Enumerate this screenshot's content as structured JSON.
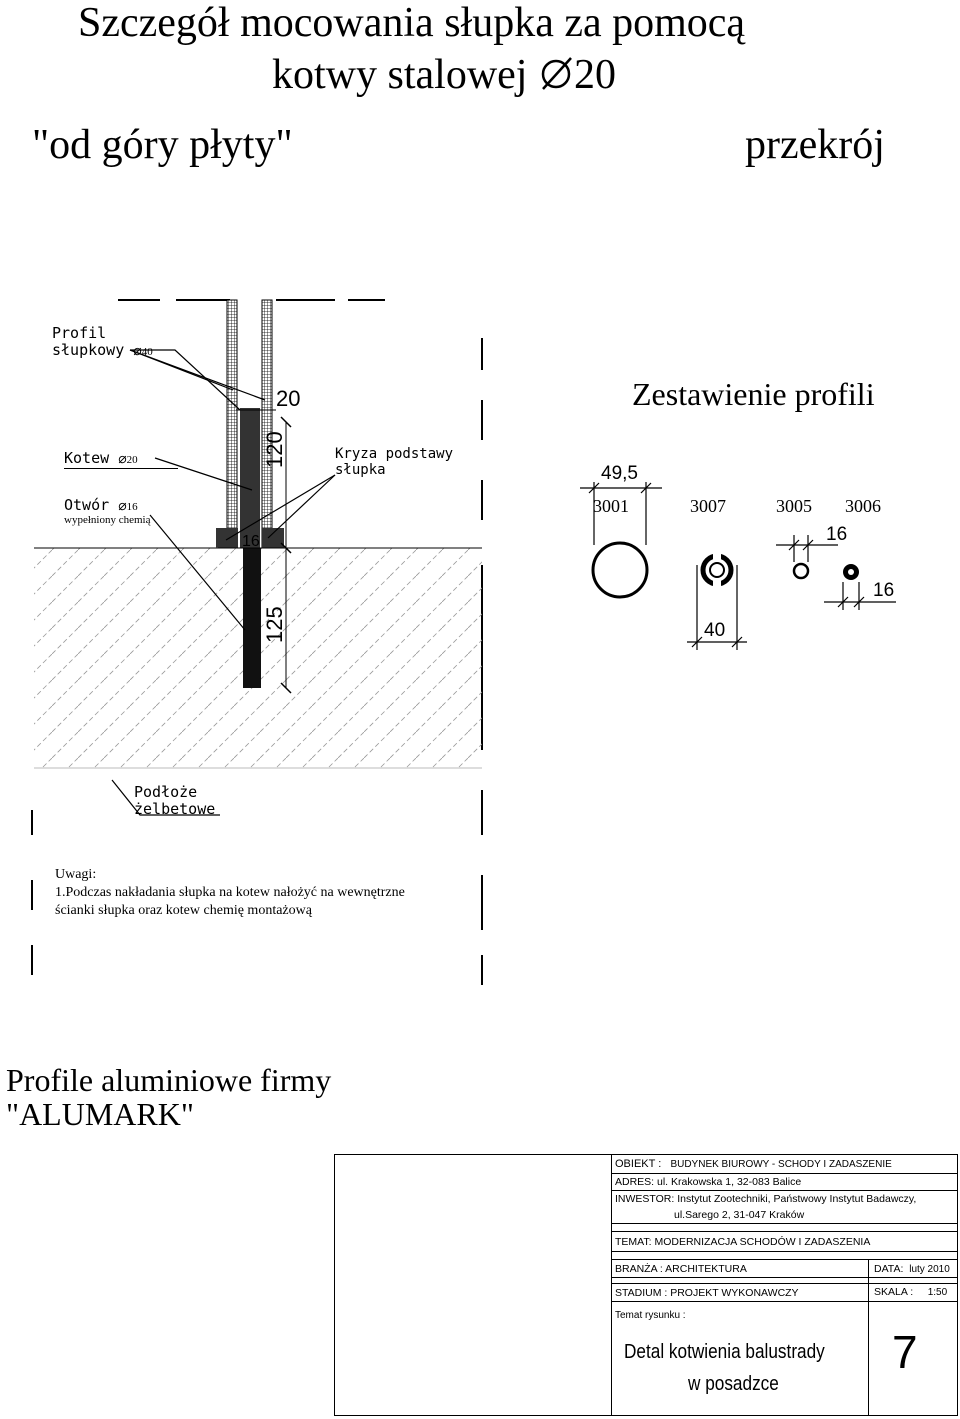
{
  "title": {
    "line1": "Szczegół mocowania słupka za pomocą",
    "line2": "kotwy stalowej ",
    "line2_diameter": "20",
    "line3_left": "\"od góry płyty\"",
    "line3_right": "przekrój"
  },
  "detail": {
    "profil_line1": "Profil",
    "profil_line2": "słupkowy",
    "profil_dia": "40",
    "kotew": "Kotew",
    "kotew_dia": "20",
    "otwor": "Otwór",
    "otwor_dia": "16",
    "otwor_note": "wypełniony chemią",
    "kryza_line1": "Kryza podstawy",
    "kryza_line2": "słupka",
    "dim_20": "20",
    "dim_120": "120",
    "dim_125": "125",
    "dim_16": "16",
    "podloze_line1": "Podłoże",
    "podloze_line2": "żelbetowe"
  },
  "notes": {
    "heading": "Uwagi:",
    "line1": "1.Podczas nakładania słupka na kotew nałożyć na wewnętrzne",
    "line2": "ścianki słupka oraz kotew  chemię montażową"
  },
  "profiles": {
    "heading": "Zestawienie profili",
    "codes": [
      "3001",
      "3007",
      "3005",
      "3006"
    ],
    "dim_495": "49,5",
    "dim_40": "40",
    "dim_16a": "16",
    "dim_16b": "16"
  },
  "footer": {
    "line1": "Profile aluminiowe firmy",
    "line2": "\"ALUMARK\""
  },
  "title_block": {
    "obiekt_label": "OBIEKT :",
    "obiekt_value": "BUDYNEK BIUROWY - SCHODY I ZADASZENIE",
    "adres": "ADRES: ul. Krakowska 1, 32-083 Balice",
    "inwestor_line1": "INWESTOR: Instytut Zootechniki, Państwowy Instytut Badawczy,",
    "inwestor_line2": "ul.Sarego 2, 31-047 Kraków",
    "temat": "TEMAT:  MODERNIZACJA SCHODÓW I ZADASZENIA",
    "branza": "BRANŻA : ARCHITEKTURA",
    "data_label": "DATA:",
    "data_value": "luty 2010",
    "stadium": "STADIUM : PROJEKT  WYKONAWCZY",
    "skala_label": "SKALA :",
    "skala_value": "1:50",
    "temat_rysunku_label": "Temat rysunku :",
    "rysunek_line1": "Detal kotwienia balustrady",
    "rysunek_line2": "w posadzce",
    "sheet_number": "7"
  }
}
